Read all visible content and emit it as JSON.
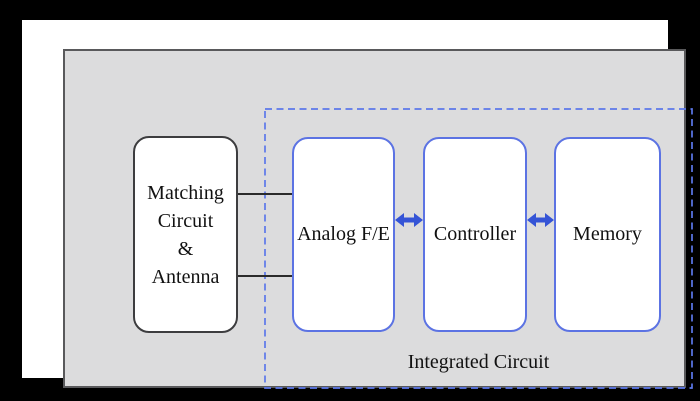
{
  "diagram": {
    "matching_block": {
      "lines": [
        "Matching",
        "Circuit",
        "&",
        "Antenna"
      ]
    },
    "ic_blocks": [
      {
        "label": "Analog F/E"
      },
      {
        "label": "Controller"
      },
      {
        "label": "Memory"
      }
    ],
    "ic_region_label": "Integrated Circuit",
    "colors": {
      "frame": "#000000",
      "page_background": "#ffffff",
      "panel_fill": "#dcdcdd",
      "panel_border": "#59595b",
      "matching_border": "#3d3d3f",
      "block_border": "#5c73e3",
      "dashed_border": "#5c78ea",
      "arrow": "#3554d6",
      "connector_line": "#2b2b2b",
      "text": "#111111"
    }
  }
}
